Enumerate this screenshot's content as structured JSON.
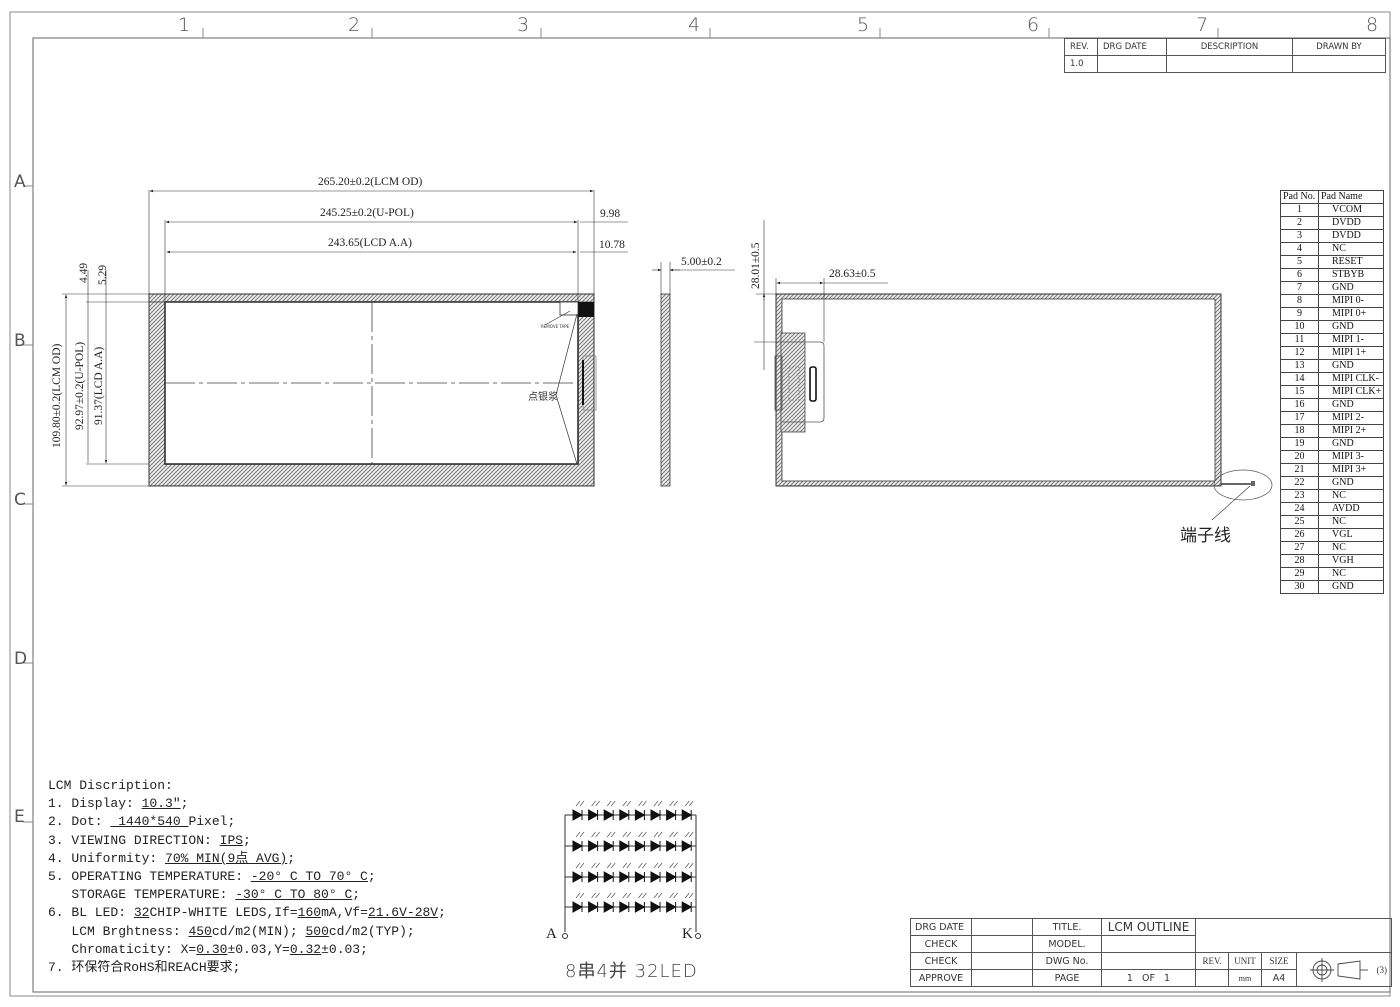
{
  "frame": {
    "column_zones": [
      "1",
      "2",
      "3",
      "4",
      "5",
      "6",
      "7",
      "8"
    ],
    "row_zones": [
      "A",
      "B",
      "C",
      "D",
      "E"
    ]
  },
  "revision_table": {
    "headers": [
      "REV.",
      "DRG DATE",
      "DESCRIPTION",
      "DRAWN BY"
    ],
    "rows": [
      [
        "1.0",
        "",
        "",
        ""
      ]
    ]
  },
  "front_view": {
    "dim_lcm_od_width": "265.20±0.2(LCM OD)",
    "dim_upol_width": "245.25±0.2(U-POL)",
    "dim_lcd_aa_width": "243.65(LCD A.A)",
    "dim_right_offset_pol": "9.98",
    "dim_right_offset_aa": "10.78",
    "dim_top_offset_pol": "4.49",
    "dim_top_offset_aa": "5.29",
    "dim_lcm_od_height": "109.80±0.2(LCM OD)",
    "dim_upol_height": "92.97±0.2(U-POL)",
    "dim_lcd_aa_height": "91.37(LCD A.A)",
    "label_remove_tape": "REMOVE TAPE",
    "label_silver_paste": "点银浆"
  },
  "side_view": {
    "dim_thickness": "5.00±0.2"
  },
  "back_view": {
    "dim_fpc_vertical": "28.01±0.5",
    "dim_fpc_horizontal": "28.63±0.5",
    "label_terminal_wire": "端子线"
  },
  "pad_table": {
    "headers": [
      "Pad No.",
      "Pad Name"
    ],
    "rows": [
      [
        "1",
        "VCOM"
      ],
      [
        "2",
        "DVDD"
      ],
      [
        "3",
        "DVDD"
      ],
      [
        "4",
        "NC"
      ],
      [
        "5",
        "RESET"
      ],
      [
        "6",
        "STBYB"
      ],
      [
        "7",
        "GND"
      ],
      [
        "8",
        "MIPI 0-"
      ],
      [
        "9",
        "MIPI 0+"
      ],
      [
        "10",
        "GND"
      ],
      [
        "11",
        "MIPI 1-"
      ],
      [
        "12",
        "MIPI 1+"
      ],
      [
        "13",
        "GND"
      ],
      [
        "14",
        "MIPI CLK-"
      ],
      [
        "15",
        "MIPI CLK+"
      ],
      [
        "16",
        "GND"
      ],
      [
        "17",
        "MIPI 2-"
      ],
      [
        "18",
        "MIPI 2+"
      ],
      [
        "19",
        "GND"
      ],
      [
        "20",
        "MIPI 3-"
      ],
      [
        "21",
        "MIPI 3+"
      ],
      [
        "22",
        "GND"
      ],
      [
        "23",
        "NC"
      ],
      [
        "24",
        "AVDD"
      ],
      [
        "25",
        "NC"
      ],
      [
        "26",
        "VGL"
      ],
      [
        "27",
        "NC"
      ],
      [
        "28",
        "VGH"
      ],
      [
        "29",
        "NC"
      ],
      [
        "30",
        "GND"
      ]
    ]
  },
  "description": {
    "title": "LCM Discription:",
    "items": [
      {
        "prefix": "1. Display: ",
        "value": "10.3\"",
        "suffix": ";"
      },
      {
        "prefix": "2. Dot: ",
        "value": " 1440*540 ",
        "suffix": "Pixel;"
      },
      {
        "prefix": "3. VIEWING DIRECTION: ",
        "value": "IPS",
        "suffix": ";"
      },
      {
        "prefix": "4. Uniformity: ",
        "value": "70% MIN(9点 AVG)",
        "suffix": ";"
      },
      {
        "prefix": "5. OPERATING TEMPERATURE: ",
        "value": "-20° C TO 70° C",
        "suffix": ";"
      },
      {
        "prefix": "   STORAGE TEMPERATURE: ",
        "value": "-30° C TO 80° C",
        "suffix": ";"
      },
      {
        "prefix": "6. BL LED: ",
        "value": "32",
        "suffix": "CHIP-WHITE LEDS,If=",
        "value2": "160",
        "suffix2": "mA,Vf=",
        "value3": "21.6V-28V",
        "suffix3": ";"
      },
      {
        "prefix": "   LCM Brghtness: ",
        "value": "450",
        "suffix": "cd/m2(MIN); ",
        "value2": "500",
        "suffix2": "cd/m2(TYP);"
      },
      {
        "prefix": "   Chromaticity: X=",
        "value": "0.30",
        "suffix": "±0.03,Y=",
        "value2": "0.32",
        "suffix2": "±0.03;"
      },
      {
        "prefix": "7. 环保符合RoHS和REACH要求;",
        "value": "",
        "suffix": ""
      }
    ]
  },
  "led_circuit": {
    "anode_label": "A",
    "cathode_label": "K",
    "caption": "8串4并 32LED",
    "series": 8,
    "parallel": 4
  },
  "title_block": {
    "drg_date_label": "DRG DATE",
    "check1_label": "CHECK",
    "check2_label": "CHECK",
    "approve_label": "APPROVE",
    "title_label": "TITLE.",
    "title_value": "LCM OUTLINE",
    "model_label": "MODEL.",
    "model_value": "",
    "dwg_no_label": "DWG No.",
    "dwg_no_value": "",
    "page_label": "PAGE",
    "page_value": "1   OF   1",
    "rev_label": "REV.",
    "unit_label": "UNIT",
    "unit_value": "mm",
    "size_label": "SIZE",
    "size_value": "A4",
    "projection_note": "(3)"
  }
}
